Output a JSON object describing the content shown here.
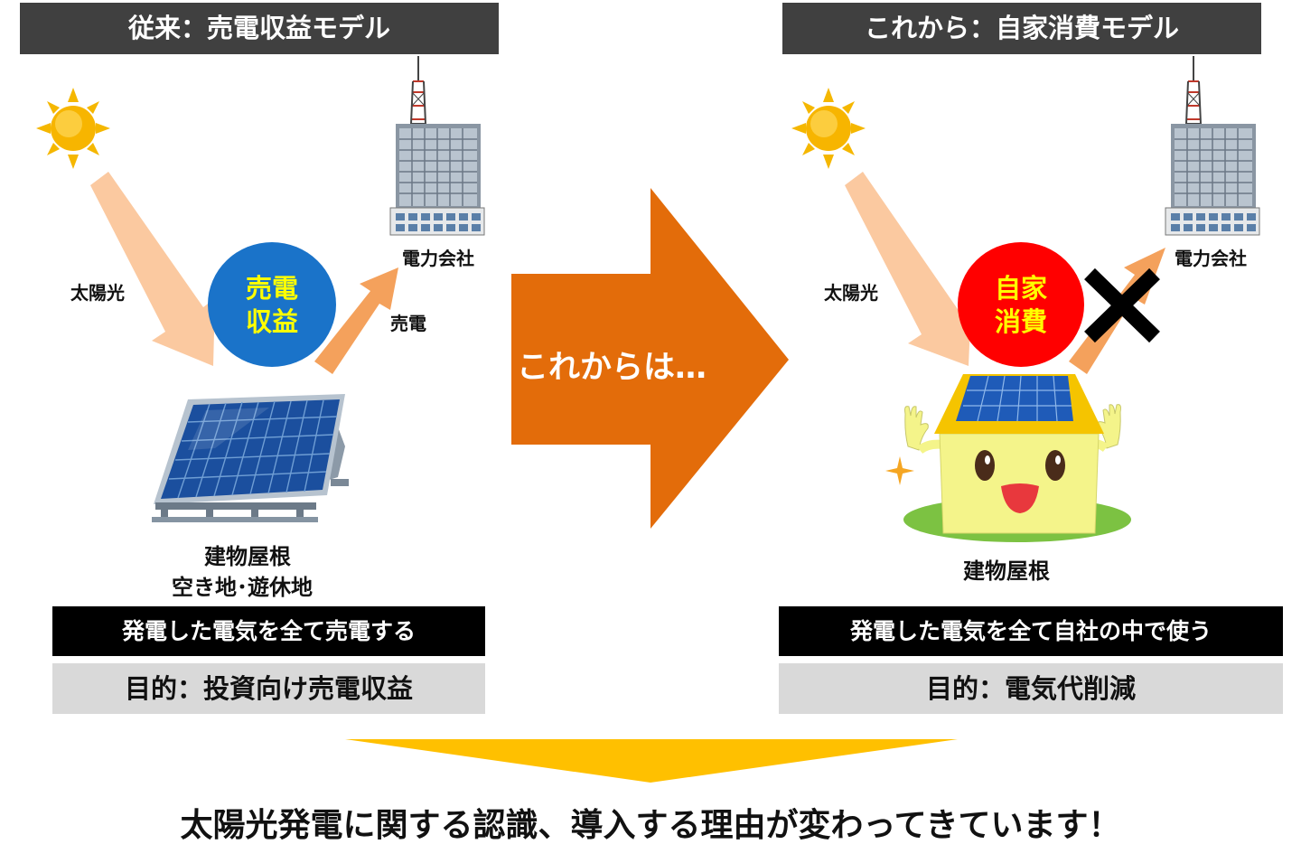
{
  "left": {
    "header": "従来：売電収益モデル",
    "sunlight_label": "太陽光",
    "circle_line1": "売電",
    "circle_line2": "収益",
    "sell_label": "売電",
    "company_label": "電力会社",
    "site_line1": "建物屋根",
    "site_line2": "空き地･遊休地",
    "description": "発電した電気を全て売電する",
    "purpose": "目的：投資向け売電収益"
  },
  "center": {
    "arrow_text": "これからは…"
  },
  "right": {
    "header": "これから：自家消費モデル",
    "sunlight_label": "太陽光",
    "circle_line1": "自家",
    "circle_line2": "消費",
    "company_label": "電力会社",
    "site_label": "建物屋根",
    "description": "発電した電気を全て自社の中で使う",
    "purpose": "目的：電気代削減"
  },
  "footer": {
    "message": "太陽光発電に関する認識、導入する理由が変わってきています！"
  },
  "colors": {
    "header_bg": "#404040",
    "sell_circle": "#1a73c9",
    "self_circle": "#ff0000",
    "circle_text_sell": "#ffff00",
    "circle_text_self": "#ffff00",
    "sun_arrow": "#fbc9a0",
    "out_arrow": "#f4a15c",
    "center_arrow": "#e36c0a",
    "bottom_triangle": "#ffc000",
    "purpose_bg": "#d9d9d9"
  },
  "icons": [
    "sun-icon",
    "building-icon",
    "solar-panel-icon",
    "smiling-house-icon",
    "cross-icon"
  ]
}
